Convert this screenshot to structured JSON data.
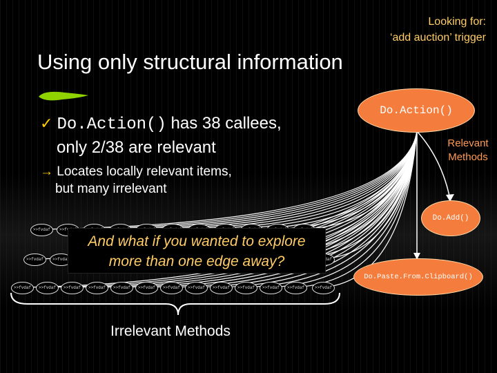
{
  "looking_for": {
    "line1": "Looking for:",
    "line2": "‘add auction’ trigger"
  },
  "title": "Using only structural information",
  "bullet1": {
    "method": "Do.Action()",
    "text": " has 38 callees,",
    "line2": "only 2/38 are relevant"
  },
  "bullet2": {
    "line1": "Locates locally relevant items,",
    "line2": "but many irrelevant"
  },
  "callout": {
    "line1": "And what if you wanted to explore",
    "line2": "more than one edge away?"
  },
  "nodes": {
    "do_action": "Do.Action()",
    "do_add": "Do.Add()",
    "do_paste": "Do.Paste.From.Clipboard()"
  },
  "relevant_label": {
    "line1": "Relevant",
    "line2": "Methods"
  },
  "irrelevant_label": "Irrelevant Methods",
  "small_node_label": ">>fvdaf",
  "colors": {
    "accent": "#ffcc66",
    "node_fill": "#f47c3c",
    "relevant": "#ff9955"
  }
}
